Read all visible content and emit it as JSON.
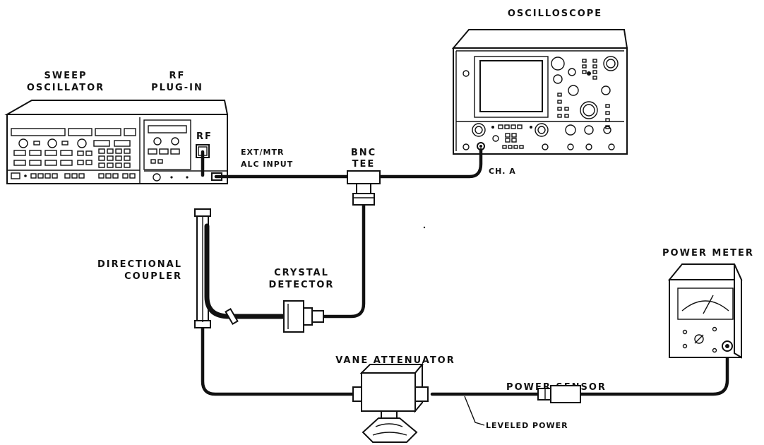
{
  "labels": {
    "sweep_oscillator": [
      "SWEEP",
      "OSCILLATOR"
    ],
    "rf_plug_in": [
      "RF",
      "PLUG-IN"
    ],
    "rf_port": "RF",
    "ext_mtr": [
      "EXT/MTR",
      "ALC INPUT"
    ],
    "bnc_tee": [
      "BNC",
      "TEE"
    ],
    "oscilloscope": "OSCILLOSCOPE",
    "ch_a": "CH. A",
    "directional_coupler": [
      "DIRECTIONAL",
      "COUPLER"
    ],
    "crystal_detector": [
      "CRYSTAL",
      "DETECTOR"
    ],
    "power_meter": "POWER METER",
    "vane_attenuator": "VANE ATTENUATOR",
    "power_sensor": "POWER SENSOR",
    "leveled_power": "LEVELED POWER"
  }
}
